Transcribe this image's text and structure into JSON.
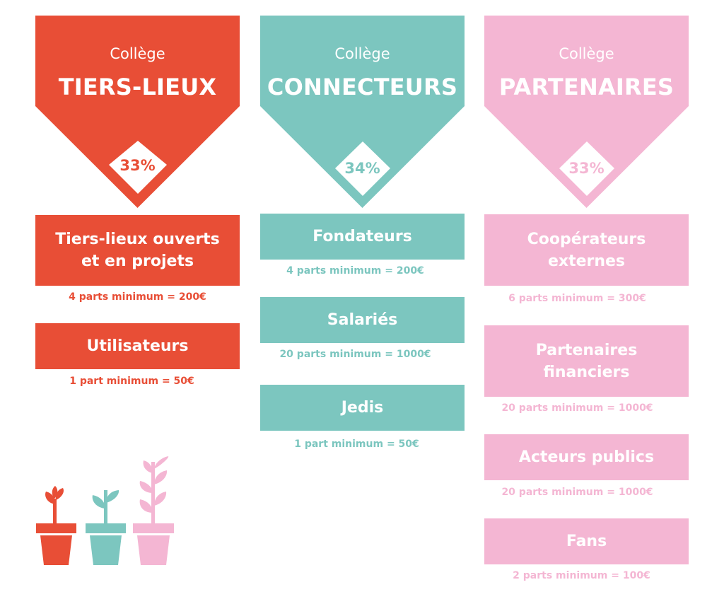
{
  "colleges": [
    {
      "subtitle": "Collège",
      "title": "TIERS-LIEUX",
      "percent": "33%",
      "color": "#e84e36",
      "groups": [
        {
          "name": "Tiers-lieux ouverts et en projets",
          "minimum": "4 parts minimum = 200€"
        },
        {
          "name": "Utilisateurs",
          "minimum": "1 part minimum = 50€"
        }
      ]
    },
    {
      "subtitle": "Collège",
      "title": "CONNECTEURS",
      "percent": "34%",
      "color": "#7cc6bf",
      "groups": [
        {
          "name": "Fondateurs",
          "minimum": "4 parts minimum = 200€"
        },
        {
          "name": "Salariés",
          "minimum": "20 parts minimum = 1000€"
        },
        {
          "name": "Jedis",
          "minimum": "1 part minimum = 50€"
        }
      ]
    },
    {
      "subtitle": "Collège",
      "title": "PARTENAIRES",
      "percent": "33%",
      "color": "#f4b6d3",
      "groups": [
        {
          "name": "Coopérateurs externes",
          "minimum": "6 parts minimum = 300€"
        },
        {
          "name": "Partenaires financiers",
          "minimum": "20 parts minimum = 1000€"
        },
        {
          "name": "Acteurs publics",
          "minimum": "20 parts minimum = 1000€"
        },
        {
          "name": "Fans",
          "minimum": "2 parts minimum = 100€"
        }
      ]
    }
  ],
  "decoration": {
    "plant_pots": [
      "red-seedling-pot",
      "teal-sprout-pot",
      "pink-plant-pot"
    ]
  }
}
